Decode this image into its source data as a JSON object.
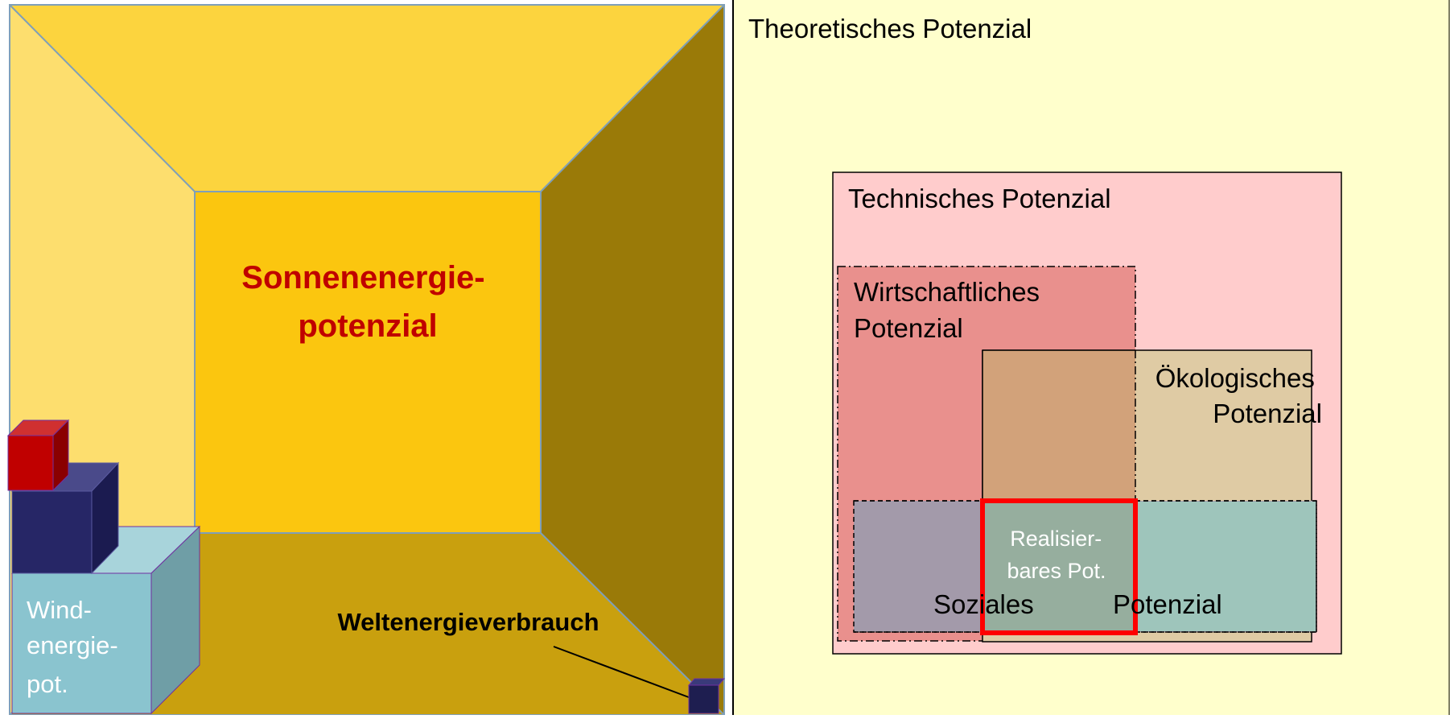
{
  "left_panel": {
    "solar_label_line1": "Sonnenenergie-",
    "solar_label_line2": "potenzial",
    "wind_label_line1": "Wind-",
    "wind_label_line2": "energie-",
    "wind_label_line3": "pot.",
    "world_consumption_label": "Weltenergieverbrauch",
    "colors": {
      "room_top": "#FCD43E",
      "room_left": "#FDDE6E",
      "room_right": "#9A7A08",
      "room_back": "#FBC60F",
      "room_floor": "#C9A00E",
      "solar_text": "#C00000",
      "wind_cube": "#8AC4CF",
      "navy_cube": "#262666",
      "red_cube": "#C00000"
    }
  },
  "right_panel": {
    "theoretical_label": "Theoretisches Potenzial",
    "technical_label": "Technisches Potenzial",
    "economic_label_line1": "Wirtschaftliches",
    "economic_label_line2": "Potenzial",
    "ecological_label_line1": "Ökologisches",
    "ecological_label_line2": "Potenzial",
    "social_label_left": "Soz",
    "social_label_mid": "iales",
    "social_label_p": "P",
    "social_label_right": "otenzial",
    "realizable_label_line1": "Realisier-",
    "realizable_label_line2": "bares Pot.",
    "colors": {
      "theoretical_bg": "#FFFFCC",
      "technical_bg": "#FFCCCC",
      "economic_bg": "#E9908D",
      "ecological_bg": "#DFCBA4",
      "overlap_econ_eco": "#D2A27A",
      "social_bg": "#A39AAA",
      "social_eco_bg": "#9EC5BB",
      "realizable_bg": "#96AE9E",
      "realizable_border": "#FF0000"
    }
  }
}
